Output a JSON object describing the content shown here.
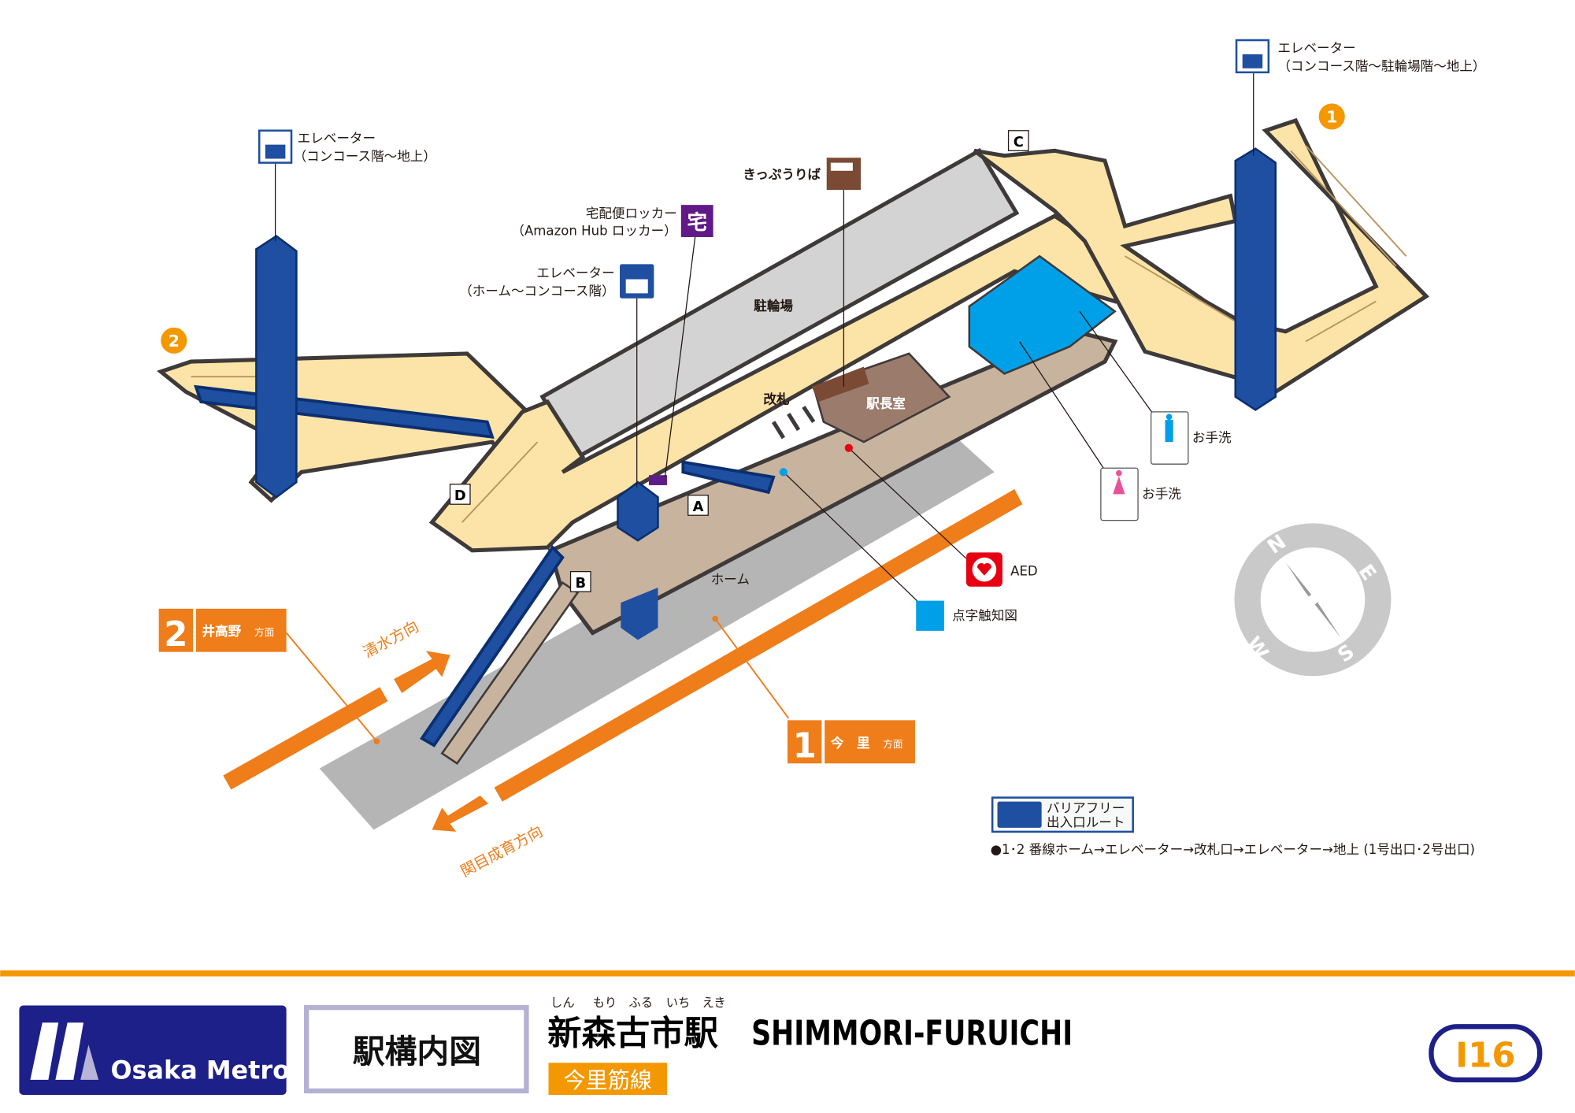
{
  "map": {
    "elevator_left": {
      "title": "エレベーター",
      "sub": "（コンコース階〜地上）"
    },
    "elevator_right": {
      "title": "エレベーター",
      "sub": "（コンコース階〜駐輪場階〜地上）"
    },
    "elevator_center": {
      "title": "エレベーター",
      "sub": "（ホーム〜コンコース階）"
    },
    "locker": {
      "title": "宅配便ロッカー",
      "sub": "（Amazon Hub ロッカー）",
      "icon_char": "宅"
    },
    "ticket": "きっぷうりば",
    "bike_parking": "駐輪場",
    "gate": "改札",
    "station_office": "駅長室",
    "platform": "ホーム",
    "toilet_men": "お手洗",
    "toilet_women": "お手洗",
    "aed": "AED",
    "tactile_map": "点字触知図",
    "exits": [
      "1",
      "2"
    ],
    "entrances": [
      "A",
      "B",
      "C",
      "D"
    ],
    "track2": {
      "num": "2",
      "dest": "井高野",
      "suffix": "方面",
      "direction": "清水方向"
    },
    "track1": {
      "num": "1",
      "dest": "今　里",
      "suffix": "方面",
      "direction": "関目成育方向"
    },
    "compass": [
      "N",
      "E",
      "S",
      "W"
    ],
    "barrier_free": {
      "line1": "バリアフリー",
      "line2": "出入口ルート",
      "route": "●1･2 番線ホーム→エレベーター→改札口→エレベーター→地上 (1号出口･2号出口)"
    }
  },
  "footer": {
    "brand": "Osaka Metro",
    "doc_title": "駅構内図",
    "furigana": [
      "しん",
      "もり",
      "ふる",
      "いち",
      "えき"
    ],
    "station_jp": "新森古市駅",
    "station_en": "SHIMMORI-FURUICHI",
    "line": "今里筋線",
    "code": "I16"
  },
  "colors": {
    "accent": "#f39800",
    "metro_navy": "#1d2088",
    "concourse": "#fce4a8",
    "platform": "#c8b39e",
    "elevator_blue": "#1f4fa0",
    "track_orange": "#ee7d1a",
    "toilet_blue": "#00a0e9"
  }
}
